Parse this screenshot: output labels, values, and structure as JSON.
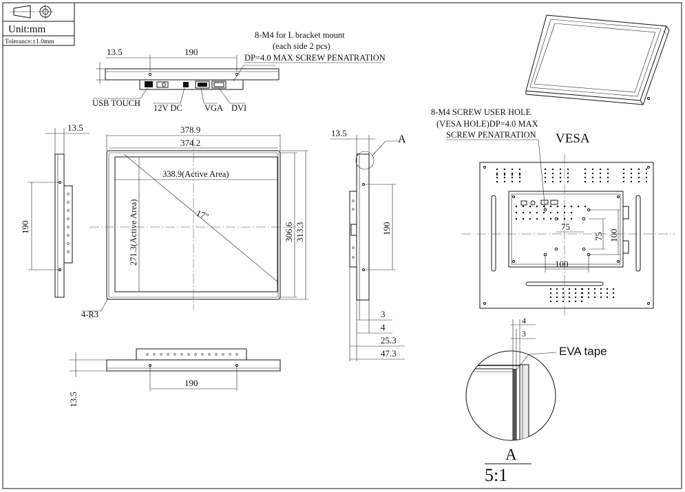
{
  "title_block": {
    "unit": "Unit:mm",
    "tolerance": "Tolerance:±1.0mm"
  },
  "notes": {
    "bracket_line1": "8-M4 for L bracket mount",
    "bracket_line2": "(each side 2 pcs)",
    "bracket_line3": "DP=4.0 MAX SCREW PENATRATION",
    "vesa_line1": "8-M4 SCREW USER HOLE",
    "vesa_line2": "(VESA HOLE)DP=4.0 MAX",
    "vesa_line3": "SCREW PENATRATION",
    "vesa_title": "VESA",
    "eva_tape": "EVA tape",
    "detail_letter": "A",
    "detail_scale": "5:1",
    "corner_radius": "4-R3",
    "diagonal": "17\""
  },
  "connectors": {
    "usb_touch": "USB TOUCH",
    "dc": "12V DC",
    "vga": "VGA",
    "dvi": "DVI"
  },
  "dims": {
    "top_left_13_5": "13.5",
    "top_190": "190",
    "left_13_5": "13.5",
    "left_190": "190",
    "width_outer": "378.9",
    "width_inner": "374.2",
    "active_w": "338.9(Active Area)",
    "active_h": "271.3(Active Area)",
    "height_inner": "306.6",
    "height_outer": "313.3",
    "side_13_5": "13.5",
    "side_label_a": "A",
    "side_190": "190",
    "side_3": "3",
    "side_4": "4",
    "side_25_3": "25.3",
    "side_47_3": "47.3",
    "bottom_190": "190",
    "bottom_13_5": "13.5",
    "vesa_75_h": "75",
    "vesa_75_v": "75",
    "vesa_100_v": "100",
    "vesa_100_h": "100",
    "detail_4": "4",
    "detail_3": "3"
  }
}
